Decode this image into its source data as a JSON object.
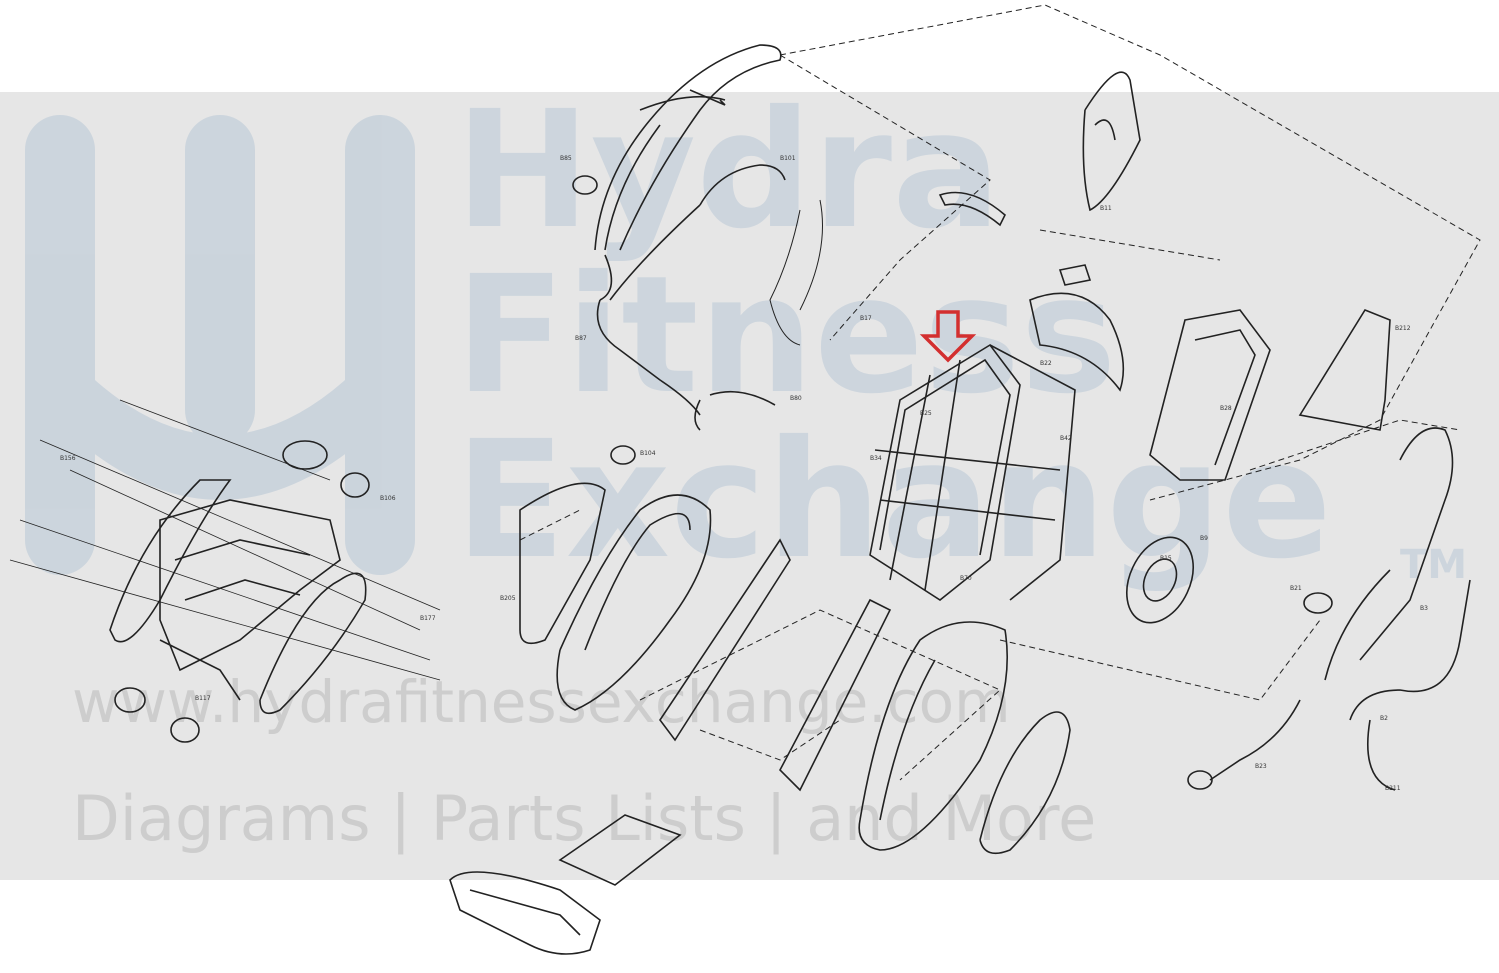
{
  "watermark": {
    "brand_line1": "Hydra",
    "brand_line2": "Fitness",
    "brand_line3": "Exchange",
    "trademark": "TM",
    "url": "www.hydrafitnessexchange.com",
    "tagline": "Diagrams | Parts Lists | and More",
    "logo_icon": "hydra-trident-icon",
    "color": "#c9d3dc"
  },
  "diagram": {
    "highlight_arrow_color": "#d32f2f",
    "part_labels": [
      "B15",
      "B21",
      "B23",
      "B28",
      "B2",
      "B3",
      "B9",
      "B11",
      "B17",
      "B22",
      "B25",
      "B34",
      "B42",
      "B70",
      "B80",
      "B85",
      "B87",
      "B101",
      "B104",
      "B106",
      "B117",
      "B156",
      "B177",
      "B205",
      "B211",
      "B212"
    ]
  }
}
